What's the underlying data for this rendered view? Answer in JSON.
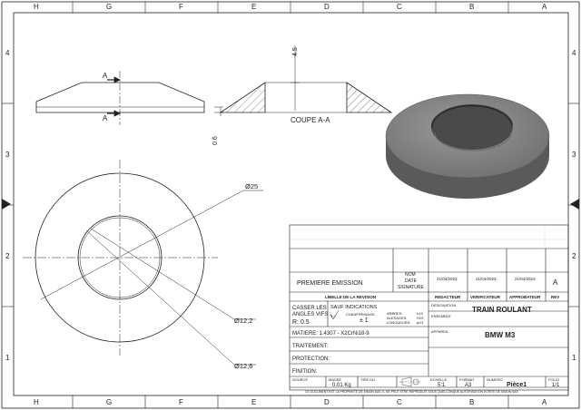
{
  "zones": {
    "cols": [
      "H",
      "G",
      "F",
      "E",
      "D",
      "C",
      "B",
      "A"
    ],
    "rows": [
      "4",
      "3",
      "2",
      "1"
    ]
  },
  "views": {
    "section_marker": "A",
    "section_label": "COUPE A-A",
    "dim_height": "4.5",
    "dim_thickness": "0.6",
    "dim_outer": "Ø25",
    "dim_inner_top": "Ø12,2",
    "dim_inner_bottom": "Ø12,6"
  },
  "title_block": {
    "revision_desc": "PREMIERE EMISSION",
    "hdr_nom": "NOM",
    "hdr_date": "DATE",
    "hdr_signature": "SIGNATURE",
    "dates": [
      "21/04/2023",
      "21/04/2023",
      "21/04/2023"
    ],
    "revision_letter": "A",
    "lbl_libelle": "LIBELLE DE LA REVISION",
    "lbl_redacteur": "REDACTEUR",
    "lbl_verificateur": "VERIFICATEUR",
    "lbl_approbateur": "APPROBATEUR",
    "lbl_rev": "REV",
    "casser_les": "CASSER LES",
    "angles_vifs": "ANGLES VIFS :",
    "radius": "R: 0.5",
    "sauf_indications": "SAUF INDICATIONS",
    "roughness": "3.2",
    "chanfreinage": "CHANFREINAGE",
    "chanfrein_value": "± 1",
    "arbres": "ARBRES:",
    "alesages": "ALESAGES:",
    "longueurs": "LONGUEURS:",
    "tol_h13": "h13",
    "tol_H13": "H13",
    "tol_js13": "js13",
    "lbl_designation": "DESIGNATION",
    "designation": "TRAIN ROULANT",
    "lbl_ensemble": "ENSEMBLE",
    "lbl_appareil": "APPAREIL",
    "appareil": "BMW M3",
    "matiere": "MATIERE: 1.4307 - X2CrNi18-9",
    "traitement": "TRAITEMENT:",
    "protection": "PROTECTION:",
    "finition": "FINITION:",
    "lbl_source": "SOURCE",
    "lbl_masse": "MASSE",
    "masse": "0.01 Kg",
    "lbl_tire_du": "TIRE DU",
    "lbl_echelle": "ECHELLE",
    "echelle": "5:1",
    "lbl_format": "FORMAT",
    "format": "A3",
    "lbl_numero": "NUMERO",
    "numero": "Pièce1",
    "lbl_folio": "FOLIO",
    "folio": "1/1",
    "footer": "CE DOCUMENT EST LA PROPRIETE DE SIMON SAS, IL NE PEUT ETRE REPRODUIT SOUS QUELCONQUE AUTORISATION ECRITE DE SIMON SAS"
  },
  "colors": {
    "line": "#222222",
    "part_dark": "#555555",
    "part_mid": "#888888",
    "part_light": "#a9a9a9"
  }
}
